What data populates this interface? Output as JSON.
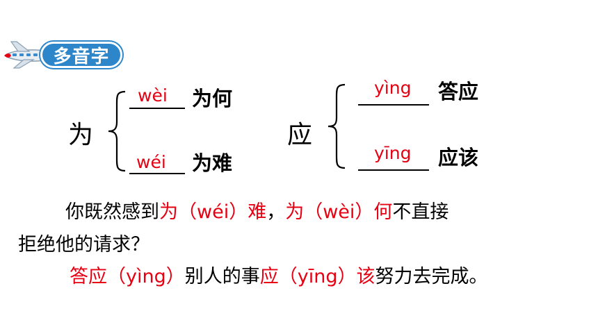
{
  "banner": {
    "title": "多音字",
    "icon": "airplane-icon"
  },
  "colors": {
    "accent": "#e60012",
    "banner": "#2d86c9"
  },
  "group_wei": {
    "char": "为",
    "entries": [
      {
        "pinyin": "wèi",
        "word": "为何"
      },
      {
        "pinyin": "wéi",
        "word": "为难"
      }
    ]
  },
  "group_ying": {
    "char": "应",
    "entries": [
      {
        "pinyin": "yìng",
        "word": "答应"
      },
      {
        "pinyin": "yīng",
        "word": "应该"
      }
    ]
  },
  "sentence1": {
    "p1": "你既然感到",
    "p2": "为（wéi）难",
    "p3": "，",
    "p4": "为（wèi）何",
    "p5": "不直接",
    "line2": "拒绝他的请求？"
  },
  "sentence2": {
    "p1": "答应（yìng）",
    "p2": "别人的事",
    "p3": "应（yīng）该",
    "p4": "努力去完成。"
  }
}
